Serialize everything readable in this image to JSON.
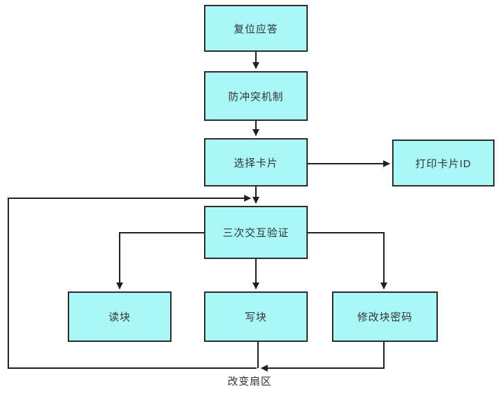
{
  "diagram": {
    "type": "flowchart",
    "nodes": [
      {
        "id": "reset",
        "label": "复位应答"
      },
      {
        "id": "anticollision",
        "label": "防冲突机制"
      },
      {
        "id": "select-card",
        "label": "选择卡片"
      },
      {
        "id": "print-card-id",
        "label": "打印卡片ID"
      },
      {
        "id": "three-pass-auth",
        "label": "三次交互验证"
      },
      {
        "id": "read-block",
        "label": "读块"
      },
      {
        "id": "write-block",
        "label": "写块"
      },
      {
        "id": "modify-password",
        "label": "修改块密码"
      }
    ],
    "edges": [
      {
        "from": "复位应答",
        "to": "防冲突机制"
      },
      {
        "from": "防冲突机制",
        "to": "选择卡片"
      },
      {
        "from": "选择卡片",
        "to": "打印卡片ID"
      },
      {
        "from": "选择卡片",
        "to": "三次交互验证"
      },
      {
        "from": "三次交互验证",
        "to": "读块"
      },
      {
        "from": "三次交互验证",
        "to": "写块"
      },
      {
        "from": "三次交互验证",
        "to": "修改块密码"
      },
      {
        "from": "写块",
        "to": "三次交互验证",
        "label": "改变扇区"
      },
      {
        "from": "修改块密码",
        "to": "三次交互验证",
        "label": "改变扇区"
      }
    ],
    "loop_label": "改变扇区",
    "colors": {
      "node_fill": "#a9f7f7",
      "node_border": "#2b2b2b",
      "line": "#1f1f1f",
      "text": "#333333",
      "background": "#ffffff"
    }
  }
}
